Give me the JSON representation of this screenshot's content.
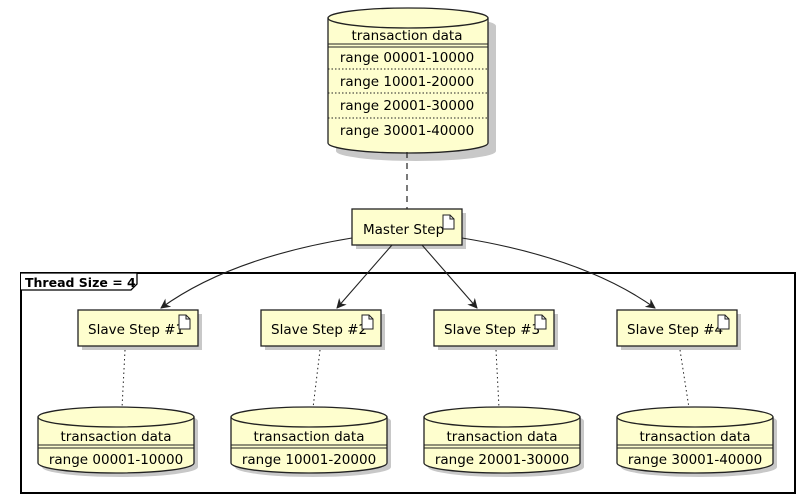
{
  "database_top": {
    "title": "transaction data",
    "ranges": [
      "range 00001-10000",
      "range 10001-20000",
      "range 20001-30000",
      "range 30001-40000"
    ]
  },
  "master": {
    "label": "Master Step",
    "icon": "document-icon"
  },
  "frame": {
    "title": "Thread Size = 4"
  },
  "slaves": [
    {
      "label": "Slave Step #1",
      "icon": "document-icon",
      "db_title": "transaction data",
      "db_range": "range 00001-10000"
    },
    {
      "label": "Slave Step #2",
      "icon": "document-icon",
      "db_title": "transaction data",
      "db_range": "range 10001-20000"
    },
    {
      "label": "Slave Step #3",
      "icon": "document-icon",
      "db_title": "transaction data",
      "db_range": "range 20001-30000"
    },
    {
      "label": "Slave Step #4",
      "icon": "document-icon",
      "db_title": "transaction data",
      "db_range": "range 30001-40000"
    }
  ],
  "colors": {
    "node_fill": "#FEFECE",
    "stroke": "#222222",
    "shadow": "#9a9a9a"
  }
}
